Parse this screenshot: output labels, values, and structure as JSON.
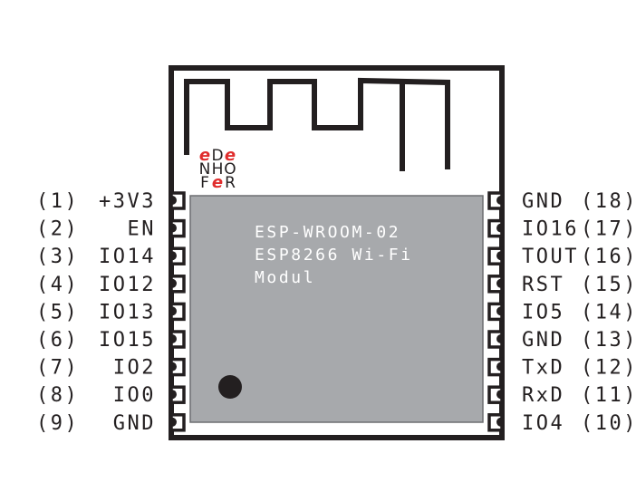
{
  "module": {
    "name": "ESP-WROOM-02",
    "shield_lines": [
      "ESP-WROOM-02",
      "ESP8266 Wi-Fi",
      "Modul"
    ],
    "logo": {
      "rows": [
        [
          {
            "char": "e",
            "red": true
          },
          {
            "char": "D",
            "red": false
          },
          {
            "char": "e",
            "red": true
          }
        ],
        [
          {
            "char": "N",
            "red": false
          },
          {
            "char": "H",
            "red": false
          },
          {
            "char": "O",
            "red": false
          }
        ],
        [
          {
            "char": "F",
            "red": false
          },
          {
            "char": "e",
            "red": true
          },
          {
            "char": "R",
            "red": false
          }
        ]
      ]
    }
  },
  "colors": {
    "outline": "#231f20",
    "shield": "#a7a9ac",
    "shield_border": "#6d6e71",
    "logo_red": "#e02d2d",
    "text": "#231f20"
  },
  "pins_left": [
    {
      "number": "(1)",
      "name": "+3V3"
    },
    {
      "number": "(2)",
      "name": "EN"
    },
    {
      "number": "(3)",
      "name": "IO14"
    },
    {
      "number": "(4)",
      "name": "IO12"
    },
    {
      "number": "(5)",
      "name": "IO13"
    },
    {
      "number": "(6)",
      "name": "IO15"
    },
    {
      "number": "(7)",
      "name": "IO2"
    },
    {
      "number": "(8)",
      "name": "IO0"
    },
    {
      "number": "(9)",
      "name": "GND"
    }
  ],
  "pins_right": [
    {
      "number": "(18)",
      "name": "GND"
    },
    {
      "number": "(17)",
      "name": "IO16"
    },
    {
      "number": "(16)",
      "name": "TOUT"
    },
    {
      "number": "(15)",
      "name": "RST"
    },
    {
      "number": "(14)",
      "name": "IO5"
    },
    {
      "number": "(13)",
      "name": "GND"
    },
    {
      "number": "(12)",
      "name": "TxD"
    },
    {
      "number": "(11)",
      "name": "RxD"
    },
    {
      "number": "(10)",
      "name": "IO4"
    }
  ]
}
